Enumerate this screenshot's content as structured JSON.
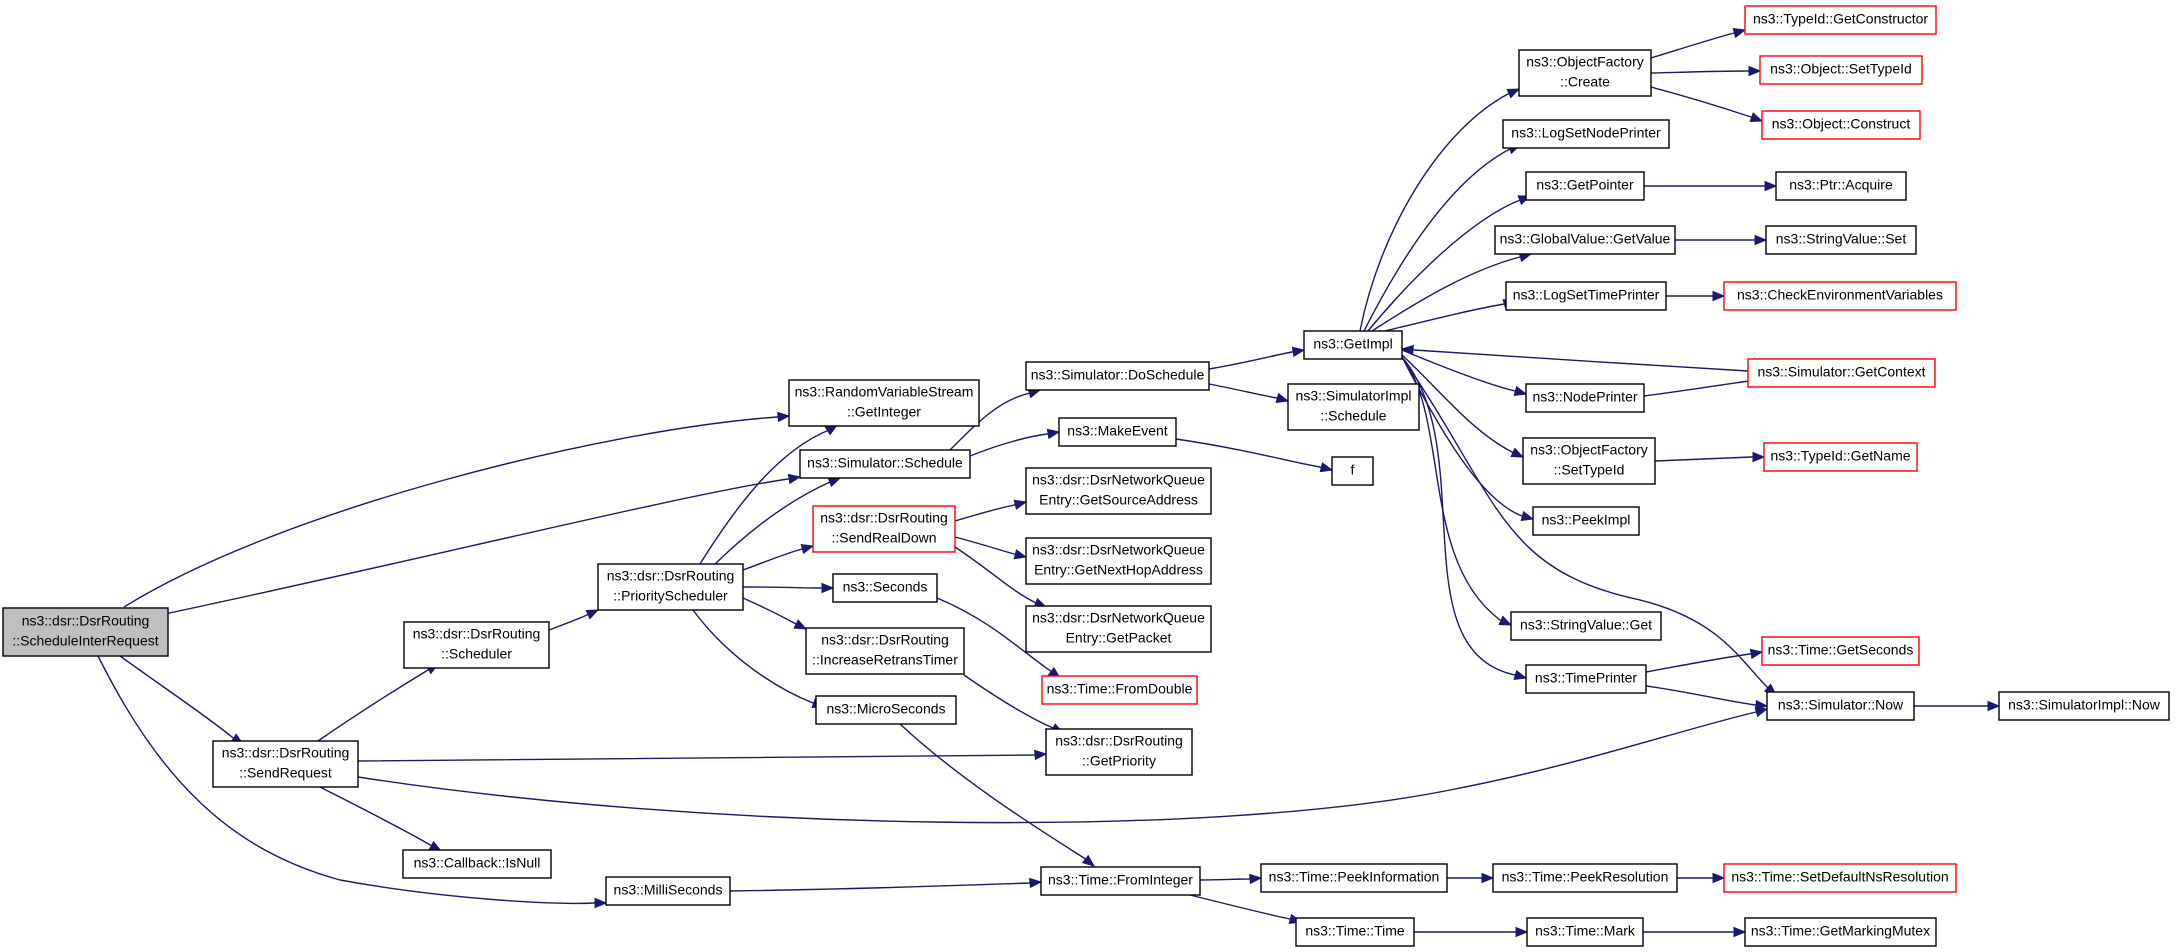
{
  "nodes": {
    "root": [
      "ns3::dsr::DsrRouting",
      "::ScheduleInterRequest"
    ],
    "send_request": [
      "ns3::dsr::DsrRouting",
      "::SendRequest"
    ],
    "scheduler": [
      "ns3::dsr::DsrRouting",
      "::Scheduler"
    ],
    "callback_isnull": [
      "ns3::Callback::IsNull"
    ],
    "milliseconds": [
      "ns3::MilliSeconds"
    ],
    "priority_scheduler": [
      "ns3::dsr::DsrRouting",
      "::PriorityScheduler"
    ],
    "rvs_getinteger": [
      "ns3::RandomVariableStream",
      "::GetInteger"
    ],
    "sim_schedule": [
      "ns3::Simulator::Schedule"
    ],
    "send_real_down": [
      "ns3::dsr::DsrRouting",
      "::SendRealDown"
    ],
    "seconds": [
      "ns3::Seconds"
    ],
    "increase_retrans": [
      "ns3::dsr::DsrRouting",
      "::IncreaseRetransTimer"
    ],
    "microseconds": [
      "ns3::MicroSeconds"
    ],
    "sim_doschedule": [
      "ns3::Simulator::DoSchedule"
    ],
    "make_event": [
      "ns3::MakeEvent"
    ],
    "simimpl_schedule": [
      "ns3::SimulatorImpl",
      "::Schedule"
    ],
    "f": [
      "f"
    ],
    "nqe_src": [
      "ns3::dsr::DsrNetworkQueue",
      "Entry::GetSourceAddress"
    ],
    "nqe_next": [
      "ns3::dsr::DsrNetworkQueue",
      "Entry::GetNextHopAddress"
    ],
    "nqe_packet": [
      "ns3::dsr::DsrNetworkQueue",
      "Entry::GetPacket"
    ],
    "time_fromdouble": [
      "ns3::Time::FromDouble"
    ],
    "get_priority": [
      "ns3::dsr::DsrRouting",
      "::GetPriority"
    ],
    "time_frominteger": [
      "ns3::Time::FromInteger"
    ],
    "time_peekinfo": [
      "ns3::Time::PeekInformation"
    ],
    "time_time": [
      "ns3::Time::Time"
    ],
    "time_peekres": [
      "ns3::Time::PeekResolution"
    ],
    "time_mark": [
      "ns3::Time::Mark"
    ],
    "time_setdefault": [
      "ns3::Time::SetDefaultNsResolution"
    ],
    "time_getmarkingmutex": [
      "ns3::Time::GetMarkingMutex"
    ],
    "getimpl": [
      "ns3::GetImpl"
    ],
    "objfactory_create": [
      "ns3::ObjectFactory",
      "::Create"
    ],
    "logsetnodeprinter": [
      "ns3::LogSetNodePrinter"
    ],
    "getpointer": [
      "ns3::GetPointer"
    ],
    "globalvalue_getvalue": [
      "ns3::GlobalValue::GetValue"
    ],
    "logsettimeprinter": [
      "ns3::LogSetTimePrinter"
    ],
    "nodeprinter": [
      "ns3::NodePrinter"
    ],
    "objfactory_settypeid": [
      "ns3::ObjectFactory",
      "::SetTypeId"
    ],
    "peekimpl": [
      "ns3::PeekImpl"
    ],
    "stringvalue_get": [
      "ns3::StringValue::Get"
    ],
    "timeprinter": [
      "ns3::TimePrinter"
    ],
    "typeid_getconstructor": [
      "ns3::TypeId::GetConstructor"
    ],
    "object_settypeid": [
      "ns3::Object::SetTypeId"
    ],
    "object_construct": [
      "ns3::Object::Construct"
    ],
    "ptr_acquire": [
      "ns3::Ptr::Acquire"
    ],
    "stringvalue_set": [
      "ns3::StringValue::Set"
    ],
    "check_env_vars": [
      "ns3::CheckEnvironmentVariables"
    ],
    "sim_getcontext": [
      "ns3::Simulator::GetContext"
    ],
    "typeid_getname": [
      "ns3::TypeId::GetName"
    ],
    "time_getseconds": [
      "ns3::Time::GetSeconds"
    ],
    "sim_now": [
      "ns3::Simulator::Now"
    ],
    "simimpl_now": [
      "ns3::SimulatorImpl::Now"
    ]
  },
  "colors": {
    "edge": "#191970",
    "node_border": "#000000",
    "external_border": "#ff0000",
    "root_fill": "#bfbfbf"
  }
}
